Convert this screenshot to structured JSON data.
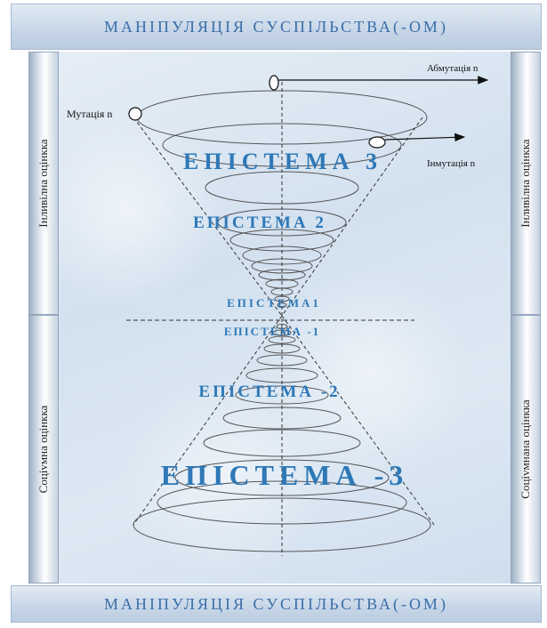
{
  "header": {
    "title": "МАНІПУЛЯЦІЯ СУСПІЛЬСТВА(-ОМ)"
  },
  "footer": {
    "title": "МАНІПУЛЯЦІЯ СУСПІЛЬСТВА(-ОМ)"
  },
  "sides": {
    "left_top": "Інливілна оцінкка",
    "left_bottom": "Соціvмна оцінкка",
    "right_top": "Інливілна оцінкка",
    "right_bottom": "Соціvмнана оцінкка"
  },
  "annotations": {
    "mutation": "Мутація n",
    "abmutation": "Абмутація n",
    "inmutation": "Інмутація n"
  },
  "episteme": {
    "e3": "ЕПІСТЕМА 3",
    "e2": "ЕПІСТЕМА 2",
    "e1": "ЕПІСТЕМА1",
    "em1": "ЕПІСТЕМА -1",
    "em2": "ЕПІСТЕМА -2",
    "em3": "ЕПІСТЕМА -3"
  },
  "colors": {
    "accent": "#2e78b7",
    "band_text": "#3a6ea8"
  }
}
